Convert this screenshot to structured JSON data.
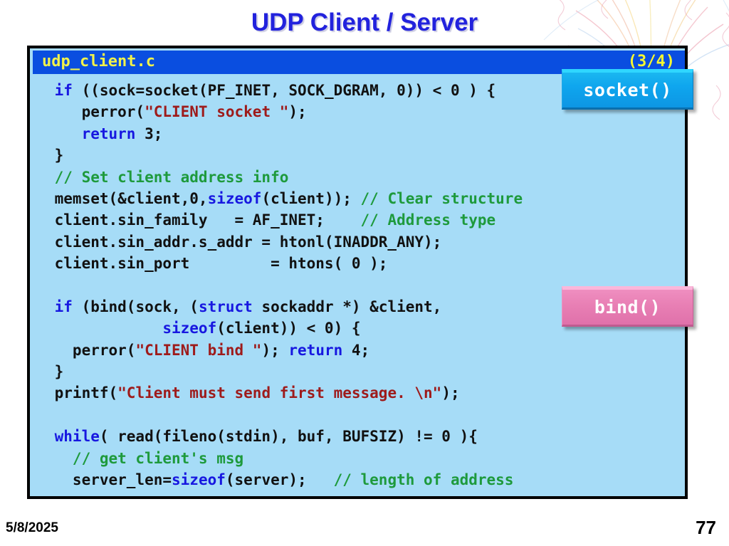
{
  "slide": {
    "title": "UDP Client / Server",
    "footer_date": "5/8/2025",
    "footer_page": "77"
  },
  "code_panel": {
    "filename": "udp_client.c",
    "page_indicator": "(3/4)",
    "header_bg": "#0a4ee0",
    "body_bg": "#a6dcf7",
    "filename_color": "#f2f24a",
    "border_color": "#000000"
  },
  "syntax_colors": {
    "keyword": "#1717e0",
    "string": "#9e1b1b",
    "comment": "#1e9a3c",
    "plain": "#111111"
  },
  "code_lines": [
    [
      {
        "t": "kw",
        "s": " if"
      },
      {
        "t": "pln",
        "s": " ((sock=socket(PF_INET, SOCK_DGRAM, 0)) < 0 ) {"
      }
    ],
    [
      {
        "t": "pln",
        "s": "    perror("
      },
      {
        "t": "str",
        "s": "\"CLIENT socket \""
      },
      {
        "t": "pln",
        "s": ");"
      }
    ],
    [
      {
        "t": "kw",
        "s": "    return"
      },
      {
        "t": "pln",
        "s": " 3;"
      }
    ],
    [
      {
        "t": "pln",
        "s": " }"
      }
    ],
    [
      {
        "t": "cmt",
        "s": " // Set client address info"
      }
    ],
    [
      {
        "t": "pln",
        "s": " memset(&client,0,"
      },
      {
        "t": "kw",
        "s": "sizeof"
      },
      {
        "t": "pln",
        "s": "(client)); "
      },
      {
        "t": "cmt",
        "s": "// Clear structure"
      }
    ],
    [
      {
        "t": "pln",
        "s": " client.sin_family   = AF_INET;    "
      },
      {
        "t": "cmt",
        "s": "// Address type"
      }
    ],
    [
      {
        "t": "pln",
        "s": " client.sin_addr.s_addr = htonl(INADDR_ANY);"
      }
    ],
    [
      {
        "t": "pln",
        "s": " client.sin_port         = htons( 0 );"
      }
    ],
    [
      {
        "t": "pln",
        "s": ""
      }
    ],
    [
      {
        "t": "kw",
        "s": " if"
      },
      {
        "t": "pln",
        "s": " (bind(sock, ("
      },
      {
        "t": "kw",
        "s": "struct"
      },
      {
        "t": "pln",
        "s": " sockaddr *) &client,"
      }
    ],
    [
      {
        "t": "kw",
        "s": "             sizeof"
      },
      {
        "t": "pln",
        "s": "(client)) < 0) {"
      }
    ],
    [
      {
        "t": "pln",
        "s": "   perror("
      },
      {
        "t": "str",
        "s": "\"CLIENT bind \""
      },
      {
        "t": "pln",
        "s": "); "
      },
      {
        "t": "kw",
        "s": "return"
      },
      {
        "t": "pln",
        "s": " 4;"
      }
    ],
    [
      {
        "t": "pln",
        "s": " }"
      }
    ],
    [
      {
        "t": "pln",
        "s": " printf("
      },
      {
        "t": "str",
        "s": "\"Client must send first message. \\n\""
      },
      {
        "t": "pln",
        "s": ");"
      }
    ],
    [
      {
        "t": "pln",
        "s": ""
      }
    ],
    [
      {
        "t": "kw",
        "s": " while"
      },
      {
        "t": "pln",
        "s": "( read(fileno(stdin), buf, BUFSIZ) != 0 ){"
      }
    ],
    [
      {
        "t": "cmt",
        "s": "   // get client's msg"
      }
    ],
    [
      {
        "t": "pln",
        "s": "   server_len="
      },
      {
        "t": "kw",
        "s": "sizeof"
      },
      {
        "t": "pln",
        "s": "(server);   "
      },
      {
        "t": "cmt",
        "s": "// length of address"
      }
    ]
  ],
  "callouts": [
    {
      "label": "socket()",
      "color": "#0fa6ee"
    },
    {
      "label": "bind()",
      "color": "#e87fb4"
    }
  ]
}
